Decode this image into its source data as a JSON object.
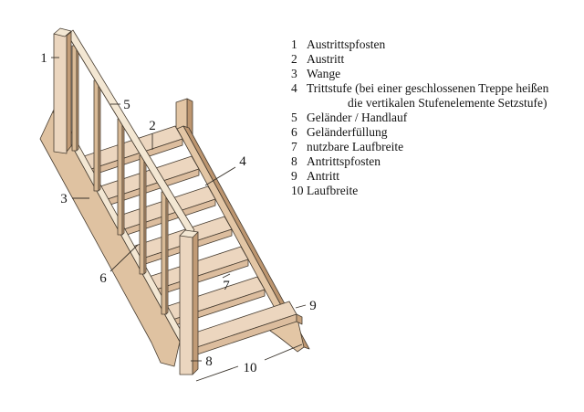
{
  "figure": {
    "description": "Axonometric line drawing of a straight wooden staircase with handrail, balusters, stringers, newel posts and open treads",
    "callouts": [
      {
        "n": "1"
      },
      {
        "n": "2"
      },
      {
        "n": "3"
      },
      {
        "n": "4"
      },
      {
        "n": "5"
      },
      {
        "n": "6"
      },
      {
        "n": "7"
      },
      {
        "n": "8"
      },
      {
        "n": "9"
      },
      {
        "n": "10"
      }
    ]
  },
  "legend": {
    "items": [
      {
        "num": "1",
        "label": "Austrittspfosten"
      },
      {
        "num": "2",
        "label": "Austritt"
      },
      {
        "num": "3",
        "label": "Wange"
      },
      {
        "num": "4",
        "label": "Trittstufe (bei einer geschlossenen Treppe heißen"
      },
      {
        "num": "",
        "label": "die vertikalen Stufenelemente Setzstufe)"
      },
      {
        "num": "5",
        "label": "Geländer / Handlauf"
      },
      {
        "num": "6",
        "label": "Geländerfüllung"
      },
      {
        "num": "7",
        "label": "nutzbare Laufbreite"
      },
      {
        "num": "8",
        "label": "Antrittspfosten"
      },
      {
        "num": "9",
        "label": "Antritt"
      },
      {
        "num": "10",
        "label": "Laufbreite"
      }
    ]
  },
  "colors": {
    "background": "#ffffff",
    "wood_light": "#ecd6bf",
    "wood_mid": "#dfc2a1",
    "wood_dark": "#c19b76",
    "wood_highlight": "#f3e7d3",
    "outline": "#473d31",
    "text": "#131313"
  }
}
